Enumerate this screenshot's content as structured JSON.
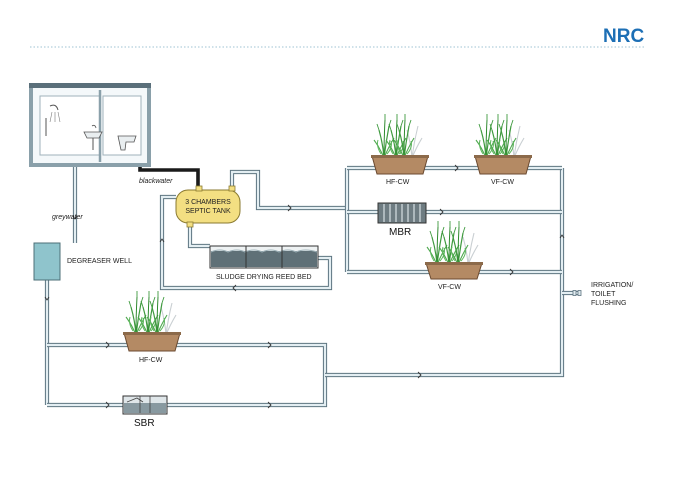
{
  "brand": "NRC",
  "colors": {
    "brand": "#1d6fb5",
    "pipe": "#5d7480",
    "septic_tank": "#f3df82",
    "degreaser_well": "#8fc4cc",
    "planter": "#b48a64",
    "reed": "#3f9a3f",
    "building_frame": "#8aa0aa"
  },
  "labels": {
    "blackwater": "blackwater",
    "greywater": "greywater",
    "septic_tank_line1": "3 CHAMBERS",
    "septic_tank_line2": "SEPTIC TANK",
    "degreaser_well": "DEGREASER WELL",
    "sludge_bed": "SLUDGE DRYING REED BED",
    "hf_cw_top": "HF-CW",
    "vf_cw_top": "VF-CW",
    "mbr": "MBR",
    "vf_cw_mid": "VF-CW",
    "hf_cw_bottom": "HF-CW",
    "sbr": "SBR",
    "output_line1": "IRRIGATION/",
    "output_line2": "TOILET",
    "output_line3": "FLUSHING"
  },
  "icons": [
    "building-icon",
    "shower-icon",
    "sink-icon",
    "toilet-icon",
    "reed-plant-icon",
    "mbr-module-icon",
    "sbr-tank-icon",
    "flow-arrow-icon"
  ]
}
